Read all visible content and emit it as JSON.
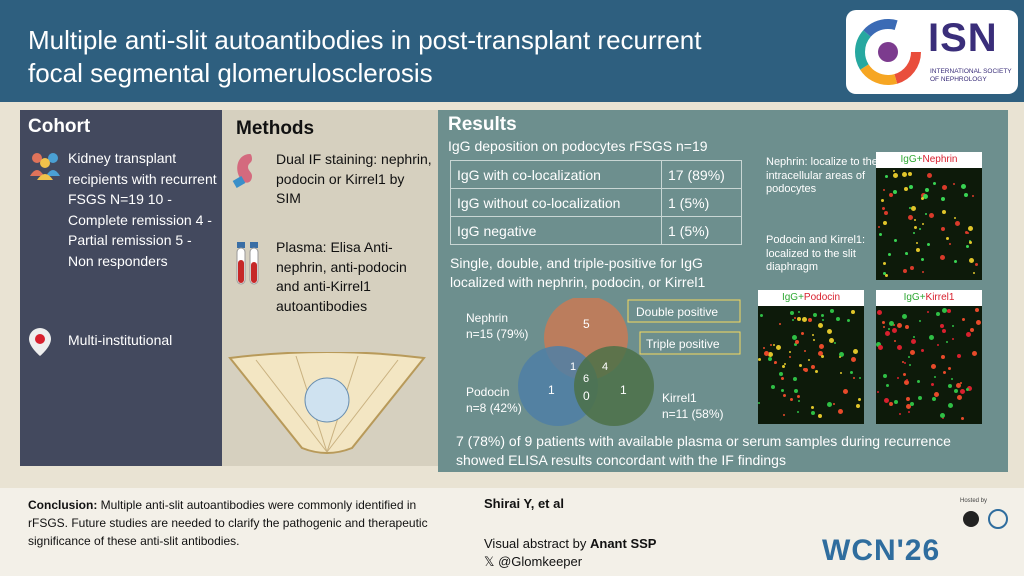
{
  "title": "Multiple anti-slit autoantibodies in post-transplant recurrent focal segmental glomerulosclerosis",
  "logo": {
    "word": "ISN",
    "subtitle": "INTERNATIONAL SOCIETY OF NEPHROLOGY",
    "colors": [
      "#e94e3c",
      "#f6a623",
      "#27a8a0",
      "#3b6bb5",
      "#7c3b8e"
    ],
    "text_color": "#3a2e7a"
  },
  "cohort": {
    "title": "Cohort",
    "text": "Kidney transplant recipients with recurrent FSGS N=19 10 - Complete remission 4 - Partial remission 5 - Non responders",
    "multi": "Multi-institutional",
    "icon": "people-group-icon",
    "pin_icon": "japan-location-pin-icon"
  },
  "methods": {
    "title": "Methods",
    "if_staining": "Dual IF staining: nephrin, podocin or Kirrel1 by SIM",
    "plasma": "Plasma: Elisa Anti-nephrin, anti-podocin and anti-Kirrel1 autoantibodies",
    "icons": [
      "kidney-icon",
      "blood-tubes-icon"
    ]
  },
  "results": {
    "title": "Results",
    "subtitle": "IgG deposition on podocytes rFSGS n=19",
    "table": [
      {
        "label": "IgG with co-localization",
        "value": "17 (89%)"
      },
      {
        "label": "IgG without co-localization",
        "value": "1 (5%)"
      },
      {
        "label": "IgG negative",
        "value": "1 (5%)"
      }
    ],
    "venn_caption": "Single, double, and triple-positive for IgG localized with nephrin, podocin, or Kirrel1",
    "venn": {
      "nephrin_label": "Nephrin n=15 (79%)",
      "podocin_label": "Podocin n=8 (42%)",
      "kirrel_label": "Kirrel1 n=11 (58%)",
      "nephrin_only": "5",
      "podocin_only": "1",
      "kirrel_only": "1",
      "nephrin_podocin": "1",
      "nephrin_kirrel": "4",
      "podocin_kirrel": "0",
      "all_three": "6",
      "double_label": "Double positive",
      "triple_label": "Triple positive",
      "colors": {
        "nephrin": "#c97a55",
        "podocin": "#4f7fa6",
        "kirrel": "#4c7148"
      }
    },
    "micro": {
      "nephrin_caption": "Nephrin: localize to the intracellular areas of podocytes",
      "podocin_caption": "Podocin and Kirrel1: localized to the slit diaphragm",
      "igg": "IgG",
      "plus": "+",
      "nephrin": "Nephrin",
      "podocin": "Podocin",
      "kirrel": "Kirrel1"
    },
    "footer": "7 (78%) of 9 patients with available plasma or serum samples during recurrence showed ELISA results concordant with the IF findings"
  },
  "bottom": {
    "conclusion_label": "Conclusion:",
    "conclusion": "Multiple anti-slit autoantibodies were commonly identified in rFSGS. Future studies are needed to clarify the pathogenic and therapeutic significance of these anti-slit antibodies.",
    "citation": "Shirai Y, et al",
    "va_label": "Visual abstract by",
    "va_author": "Anant SSP",
    "handle": "𝕏 @Glomkeeper",
    "wcn": "WCN'26",
    "hosted": "Hosted by"
  }
}
